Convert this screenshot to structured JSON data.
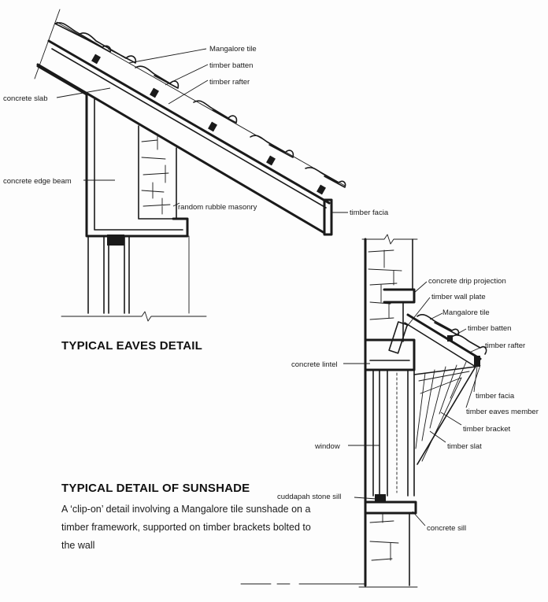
{
  "eaves": {
    "title": "TYPICAL EAVES DETAIL",
    "labels": {
      "mangalore_tile": "Mangalore tile",
      "timber_batten": "timber batten",
      "timber_rafter": "timber rafter",
      "concrete_slab": "concrete slab",
      "concrete_edge_beam": "concrete edge beam",
      "random_rubble_masonry": "random rubble masonry",
      "timber_facia": "timber facia"
    }
  },
  "sunshade": {
    "title": "TYPICAL DETAIL OF SUNSHADE",
    "description_lines": [
      "A ‘clip-on’ detail involving a Mangalore tile sunshade on a",
      "timber framework, supported on timber brackets bolted to",
      "the wall"
    ],
    "labels": {
      "concrete_drip_projection": "concrete drip projection",
      "timber_wall_plate": "timber wall plate",
      "mangalore_tile": "Mangalore tile",
      "timber_batten": "timber batten",
      "timber_rafter": "timber rafter",
      "concrete_lintel": "concrete lintel",
      "timber_facia": "timber facia",
      "timber_eaves_member": "timber eaves member",
      "timber_bracket": "timber bracket",
      "timber_slat": "timber slat",
      "window": "window",
      "cuddapah_stone_sill": "cuddapah stone sill",
      "concrete_sill": "concrete sill"
    }
  }
}
